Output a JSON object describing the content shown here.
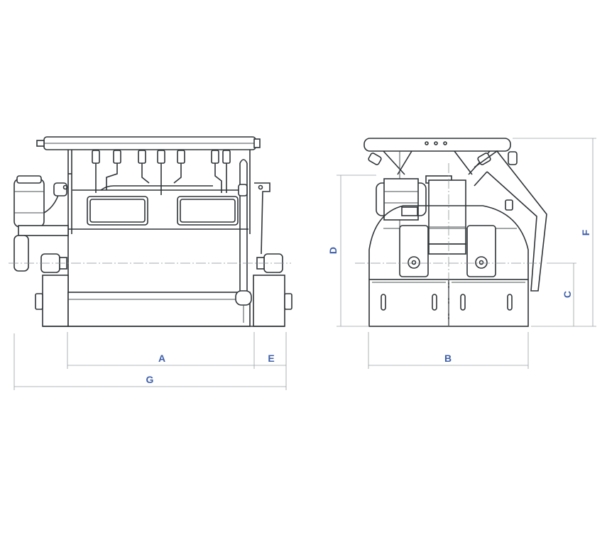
{
  "accent_color": "#3f5fa8",
  "line_color": "#2f3437",
  "dimensions": {
    "A": "A",
    "B": "B",
    "C": "C",
    "D": "D",
    "E": "E",
    "F": "F",
    "G": "G"
  }
}
